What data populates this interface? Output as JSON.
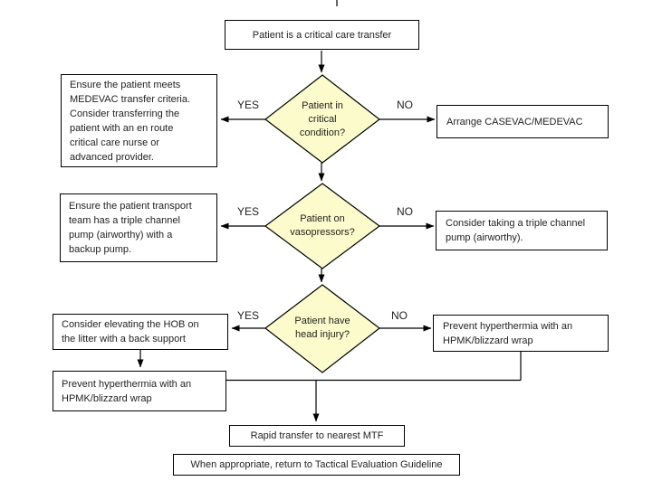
{
  "flowchart": {
    "start_label": "Patient is a critical care transfer",
    "decision1": {
      "question": "Patient in\ncritical\ncondition?",
      "yes": "YES",
      "no": "NO",
      "yes_action": "Ensure the patient meets\nMEDEVAC transfer criteria.\nConsider transferring the\npatient with an en route\ncritical care nurse or\nadvanced provider.",
      "no_action": "Arrange CASEVAC/MEDEVAC"
    },
    "decision2": {
      "question": "Patient on\nvasopressors?",
      "yes": "YES",
      "no": "NO",
      "yes_action": "Ensure the patient transport\nteam has a triple channel\npump (airworthy) with a\nbackup pump.",
      "no_action": "Consider taking a triple channel\npump (airworthy)."
    },
    "decision3": {
      "question": "Patient have\nhead injury?",
      "yes": "YES",
      "no": "NO",
      "yes_action": "Consider elevating the HOB on\nthe litter with a back support",
      "yes_followup": "Prevent hyperthermia with an\nHPMK/blizzard wrap",
      "no_action": "Prevent hyperthermia with an\nHPMK/blizzard wrap"
    },
    "end1": "Rapid transfer to nearest MTF",
    "end2": "When appropriate, return to Tactical Evaluation Guideline",
    "colors": {
      "decision_fill": "#FBFBCB",
      "line": "#000000",
      "box_border": "#000000"
    }
  }
}
